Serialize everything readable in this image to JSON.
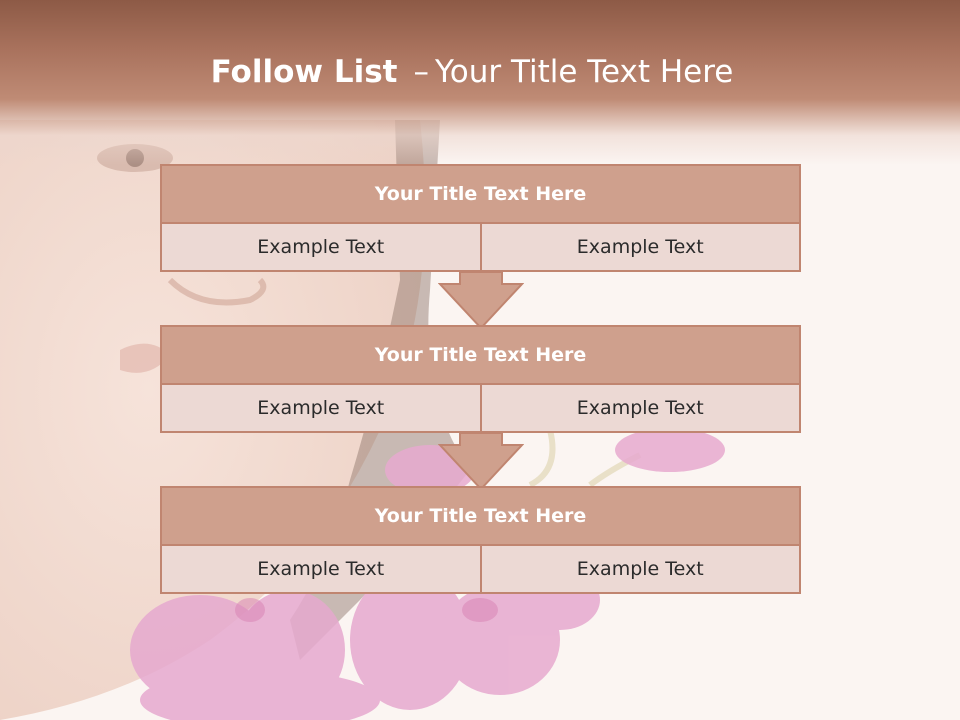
{
  "colors": {
    "header_brown": "#9c6752",
    "box_header": "#cfa08d",
    "box_body": "#ecd9d4",
    "box_border": "#c08570",
    "title_text": "#ffffff",
    "body_text": "#2b2b2b"
  },
  "title": {
    "strong": "Follow List",
    "dash": "–",
    "rest": "Your Title Text Here"
  },
  "blocks": [
    {
      "heading": "Your Title Text Here",
      "left": "Example Text",
      "right": "Example Text"
    },
    {
      "heading": "Your Title Text Here",
      "left": "Example Text",
      "right": "Example Text"
    },
    {
      "heading": "Your Title Text Here",
      "left": "Example Text",
      "right": "Example Text"
    }
  ],
  "arrow_icon": "down-arrow-icon"
}
